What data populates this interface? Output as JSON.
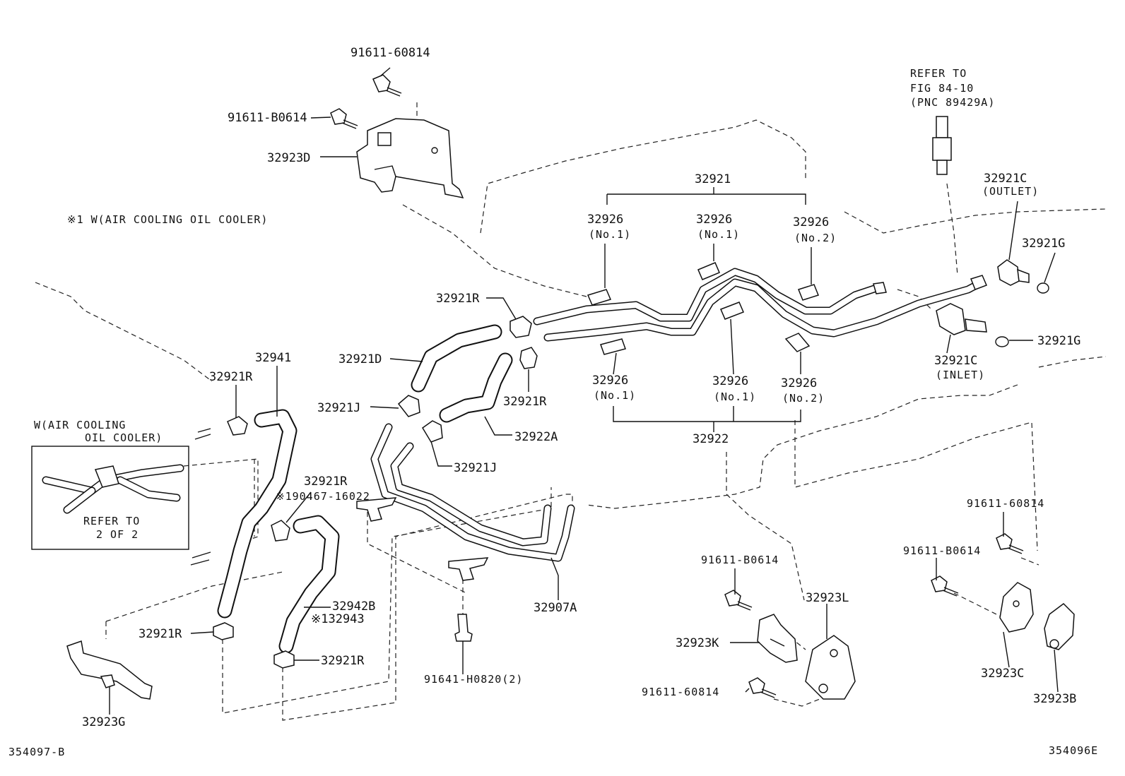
{
  "labels": {
    "bolt_top_1": "91611-60814",
    "bolt_top_2": "91611-B0614",
    "bracket_d": "32923D",
    "note_air_cooling": "※1 W(AIR COOLING OIL COOLER)",
    "refer_fig_1": "REFER TO",
    "refer_fig_2": "FIG 84-10",
    "refer_fig_3": "(PNC 89429A)",
    "tube_set_upper": "32921",
    "sleeve_u1": "32926",
    "sleeve_u1_sub": "(No.1)",
    "sleeve_u2": "32926",
    "sleeve_u2_sub": "(No.1)",
    "sleeve_u3": "32926",
    "sleeve_u3_sub": "(No.2)",
    "union_outlet": "32921C",
    "union_outlet_sub": "(OUTLET)",
    "gasket_upper": "32921G",
    "gasket_lower": "32921G",
    "union_inlet": "32921C",
    "union_inlet_sub": "(INLET)",
    "clamp_r_top": "32921R",
    "hose_d": "32921D",
    "hose_pipe_41": "32941",
    "clamp_r_left": "32921R",
    "clamp_j_left": "32921J",
    "clamp_r_mid": "32921R",
    "hose_22a": "32922A",
    "clamp_j_mid": "32921J",
    "sleeve_l1": "32926",
    "sleeve_l1_sub": "(No.1)",
    "sleeve_l2": "32926",
    "sleeve_l2_sub": "(No.1)",
    "sleeve_l3": "32926",
    "sleeve_l3_sub": "(No.2)",
    "tube_set_lower": "32922",
    "inset_title_1": "W(AIR COOLING",
    "inset_title_2": "OIL COOLER)",
    "inset_refer_1": "REFER TO",
    "inset_refer_2": "2 OF 2",
    "clamp_r_center": "32921R",
    "hose_note_190467": "※190467-16022",
    "hose_42b": "32942B",
    "hose_43": "※132943",
    "clamp_r_bl": "32921R",
    "clamp_r_bc": "32921R",
    "pipe_07a": "32907A",
    "bracket_g": "32923G",
    "bolt_h0820": "91641-H0820(2)",
    "bolt_br_1": "91611-60814",
    "bolt_br_2": "91611-B0614",
    "bolt_bm_1": "91611-B0614",
    "bracket_l": "32923L",
    "bracket_k": "32923K",
    "bolt_bm_2": "91611-60814",
    "bracket_c": "32923C",
    "bracket_b": "32923B",
    "fig_no_left": "354097-B",
    "fig_no_right": "354096E"
  }
}
